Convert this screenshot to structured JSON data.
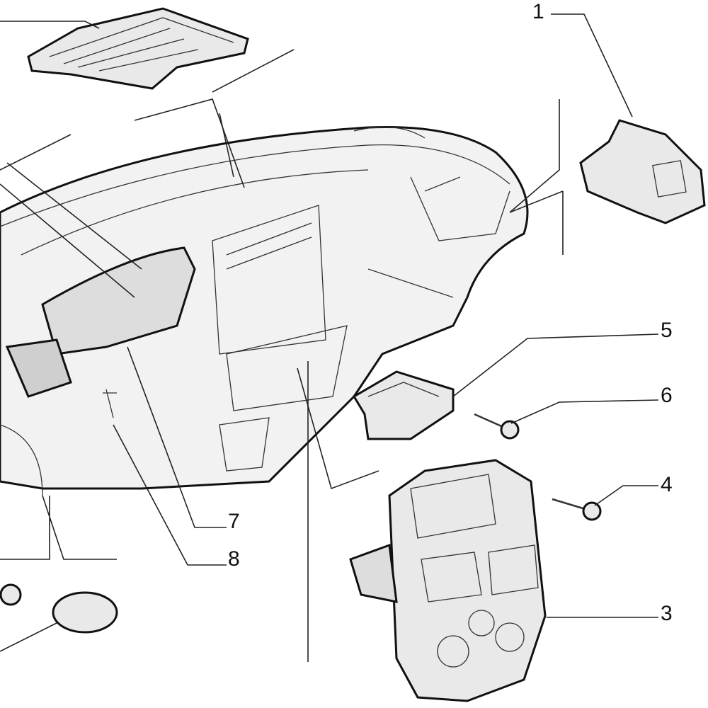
{
  "diagram": {
    "type": "exploded parts diagram - dashboard",
    "callouts": [
      {
        "id": "callout-1",
        "label": "1"
      },
      {
        "id": "callout-5",
        "label": "5"
      },
      {
        "id": "callout-6",
        "label": "6"
      },
      {
        "id": "callout-4",
        "label": "4"
      },
      {
        "id": "callout-3",
        "label": "3"
      },
      {
        "id": "callout-7",
        "label": "7"
      },
      {
        "id": "callout-8",
        "label": "8"
      }
    ]
  }
}
